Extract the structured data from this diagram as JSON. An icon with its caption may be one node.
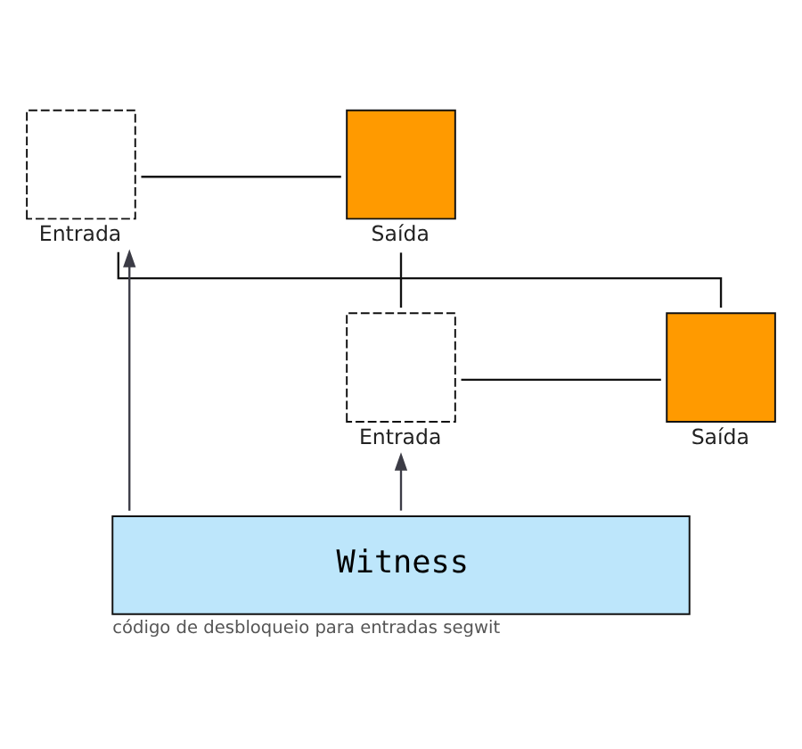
{
  "diagram": {
    "nodes": [
      {
        "text": [
          "Entrada"
        ]
      },
      {
        "text": [
          "Saída"
        ]
      },
      {
        "text": [
          "Entrada"
        ]
      },
      {
        "text": [
          "Saída"
        ]
      },
      {
        "text": [
          "Witness"
        ],
        "beside": [
          "código de desbloqueio para entradas segwit"
        ]
      }
    ],
    "edges": [
      {
        "from": 0,
        "to": 1,
        "arrow": "none"
      },
      {
        "from": 0,
        "to": 3,
        "arrow": "none"
      },
      {
        "from": 2,
        "to": 1,
        "arrow": "none"
      },
      {
        "from": 2,
        "to": 3,
        "arrow": "none"
      },
      {
        "from": 4,
        "to": 0,
        "arrow": "to",
        "color": "#3c3c46"
      },
      {
        "from": 4,
        "to": 2,
        "arrow": "to",
        "color": "#3c3c46"
      }
    ]
  }
}
